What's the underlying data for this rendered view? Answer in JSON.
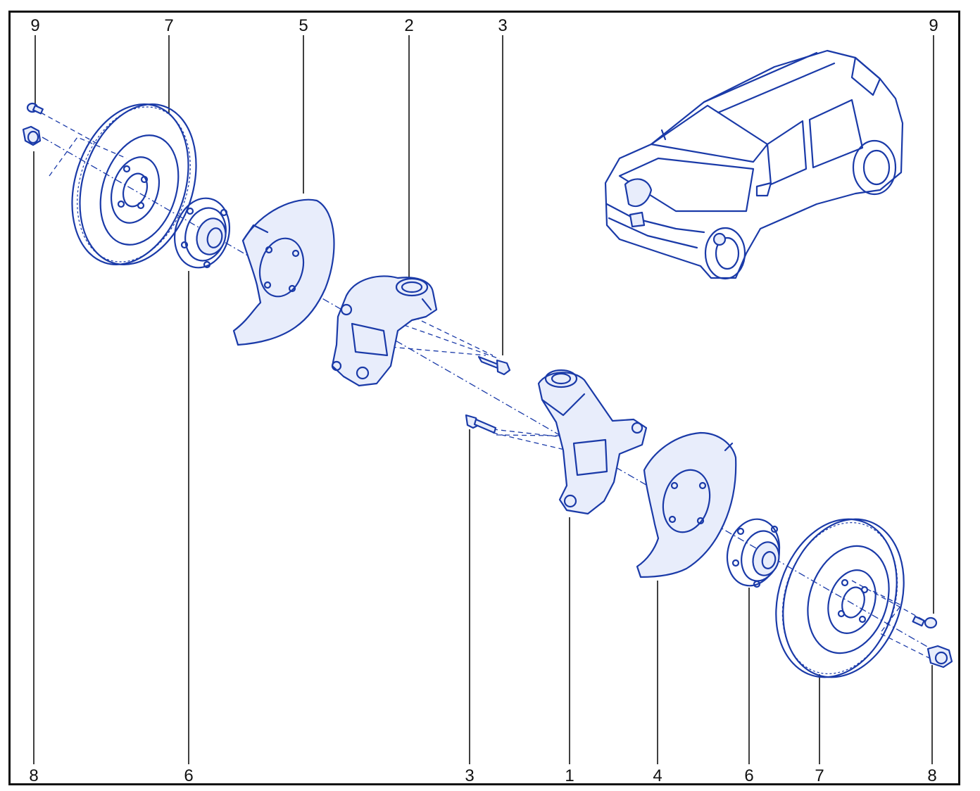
{
  "diagram": {
    "colors": {
      "part_stroke": "#1a3aa8",
      "frame": "#111111"
    },
    "callouts": [
      {
        "id": "c-top-9-left",
        "label": "9"
      },
      {
        "id": "c-top-7-left",
        "label": "7"
      },
      {
        "id": "c-top-5",
        "label": "5"
      },
      {
        "id": "c-top-2",
        "label": "2"
      },
      {
        "id": "c-top-3",
        "label": "3"
      },
      {
        "id": "c-top-9-right",
        "label": "9"
      },
      {
        "id": "c-bot-8-left",
        "label": "8"
      },
      {
        "id": "c-bot-6-left",
        "label": "6"
      },
      {
        "id": "c-bot-3",
        "label": "3"
      },
      {
        "id": "c-bot-1",
        "label": "1"
      },
      {
        "id": "c-bot-4",
        "label": "4"
      },
      {
        "id": "c-bot-6-right",
        "label": "6"
      },
      {
        "id": "c-bot-7-right",
        "label": "7"
      },
      {
        "id": "c-bot-8-right",
        "label": "8"
      }
    ]
  }
}
